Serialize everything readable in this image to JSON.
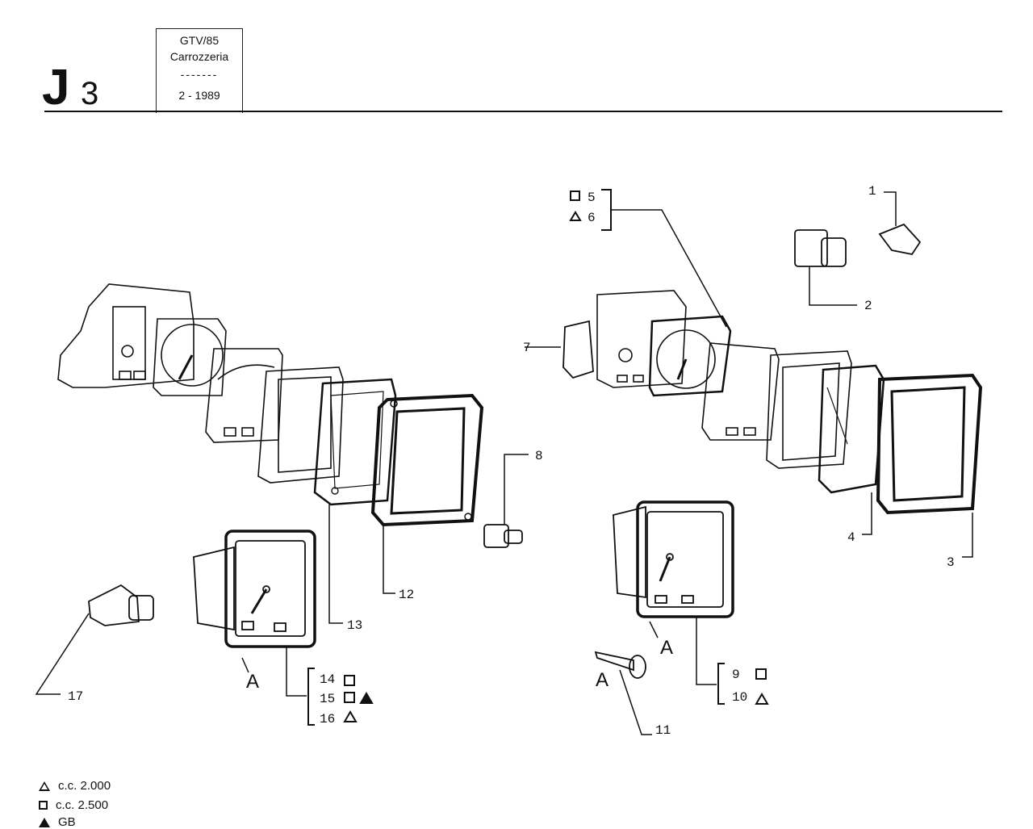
{
  "header": {
    "section_letter": "J",
    "section_number": "3",
    "model": "GTV/85",
    "group": "Carrozzeria",
    "separator": "-------",
    "date": "2 - 1989"
  },
  "callouts": {
    "p1": "1",
    "p2": "2",
    "p3": "3",
    "p4": "4",
    "p5": "5",
    "p6": "6",
    "p7": "7",
    "p8": "8",
    "p9": "9",
    "p10": "10",
    "p11": "11",
    "p12": "12",
    "p13": "13",
    "p14": "14",
    "p15": "15",
    "p16": "16",
    "p17": "17",
    "view_a": "A"
  },
  "legend": {
    "tri_outline": "c.c. 2.000",
    "square": "c.c. 2.500",
    "tri_filled": "GB"
  },
  "icons": [
    "triangle-outline-icon",
    "square-outline-icon",
    "triangle-filled-icon"
  ],
  "colors": {
    "ink": "#111111",
    "paper": "#ffffff"
  }
}
